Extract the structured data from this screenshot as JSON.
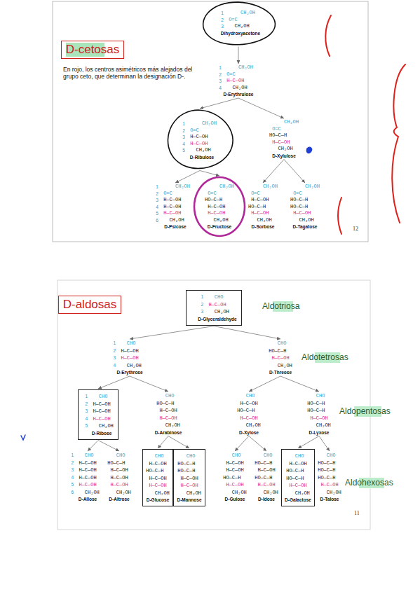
{
  "diagram": {
    "nodes": [
      {
        "text": [
          "D-cetosas"
        ]
      },
      {
        "text": [
          "CH₂OH",
          "O=C",
          "CH₂OH",
          "Dihydroxyacetone"
        ]
      },
      {
        "text": [
          "CH₂OH",
          "O=C",
          "H—C—OH",
          "CH₂OH",
          "D-Erythrulose"
        ]
      },
      {
        "text": [
          "CH₂OH",
          "O=C",
          "H—C—OH",
          "H—C—OH",
          "CH₂OH",
          "D-Ribulose"
        ]
      },
      {
        "text": [
          "CH₂OH",
          "O=C",
          "HO—C—H",
          "H—C—OH",
          "CH₂OH",
          "D-Xylulose"
        ]
      },
      {
        "text": [
          "CH₂OH",
          "O=C",
          "H—C—OH",
          "H—C—OH",
          "H—C—OH",
          "CH₂OH",
          "D-Psicose"
        ]
      },
      {
        "text": [
          "CH₂OH",
          "O=C",
          "HO—C—H",
          "H—C—OH",
          "H—C—OH",
          "CH₂OH",
          "D-Fructose"
        ]
      },
      {
        "text": [
          "CH₂OH",
          "O=C",
          "H—C—OH",
          "HO—C—H",
          "H—C—OH",
          "CH₂OH",
          "D-Sorbose"
        ]
      },
      {
        "text": [
          "CH₂OH",
          "O=C",
          "HO—C—H",
          "HO—C—H",
          "H—C—OH",
          "CH₂OH",
          "D-Tagatose"
        ]
      },
      {
        "text": [
          "D-aldosas"
        ]
      },
      {
        "text": [
          "CHO",
          "H—C—OH",
          "CH₂OH",
          "D-Glyceraldehyde"
        ]
      },
      {
        "text": [
          "CHO",
          "H—C—OH",
          "H—C—OH",
          "CH₂OH",
          "D-Erythrose"
        ]
      },
      {
        "text": [
          "CHO",
          "HO—C—H",
          "H—C—OH",
          "CH₂OH",
          "D-Threose"
        ]
      },
      {
        "text": [
          "CHO",
          "H—C—OH",
          "H—C—OH",
          "H—C—OH",
          "CH₂OH",
          "D-Ribose"
        ]
      },
      {
        "text": [
          "CHO",
          "HO—C—H",
          "H—C—OH",
          "H—C—OH",
          "CH₂OH",
          "D-Arabinose"
        ]
      },
      {
        "text": [
          "CHO",
          "H—C—OH",
          "HO—C—H",
          "H—C—OH",
          "CH₂OH",
          "D-Xylose"
        ]
      },
      {
        "text": [
          "CHO",
          "HO—C—H",
          "HO—C—H",
          "H—C—OH",
          "CH₂OH",
          "D-Lyxose"
        ]
      },
      {
        "text": [
          "CHO",
          "H—C—OH",
          "H—C—OH",
          "H—C—OH",
          "H—C—OH",
          "CH₂OH",
          "D-Allose"
        ]
      },
      {
        "text": [
          "CHO",
          "HO—C—H",
          "H—C—OH",
          "H—C—OH",
          "H—C—OH",
          "CH₂OH",
          "D-Altrose"
        ]
      },
      {
        "text": [
          "CHO",
          "H—C—OH",
          "HO—C—H",
          "H—C—OH",
          "H—C—OH",
          "CH₂OH",
          "D-Glucose"
        ]
      },
      {
        "text": [
          "CHO",
          "HO—C—H",
          "HO—C—H",
          "H—C—OH",
          "H—C—OH",
          "CH₂OH",
          "D-Mannose"
        ]
      },
      {
        "text": [
          "CHO",
          "H—C—OH",
          "H—C—OH",
          "HO—C—H",
          "H—C—OH",
          "CH₂OH",
          "D-Gulose"
        ]
      },
      {
        "text": [
          "CHO",
          "HO—C—H",
          "H—C—OH",
          "HO—C—H",
          "H—C—OH",
          "CH₂OH",
          "D-Idose"
        ]
      },
      {
        "text": [
          "CHO",
          "H—C—OH",
          "HO—C—H",
          "HO—C—H",
          "H—C—OH",
          "CH₂OH",
          "D-Galactose"
        ]
      },
      {
        "text": [
          "CHO",
          "HO—C—H",
          "HO—C—H",
          "HO—C—H",
          "H—C—OH",
          "CH₂OH",
          "D-Talose"
        ]
      }
    ],
    "edges": [
      {
        "from": 1,
        "to": 2,
        "arrow": "to"
      },
      {
        "from": 2,
        "to": 3,
        "arrow": "to"
      },
      {
        "from": 2,
        "to": 4,
        "arrow": "to"
      },
      {
        "from": 3,
        "to": 5,
        "arrow": "to"
      },
      {
        "from": 3,
        "to": 6,
        "arrow": "to"
      },
      {
        "from": 4,
        "to": 7,
        "arrow": "to"
      },
      {
        "from": 4,
        "to": 8,
        "arrow": "to"
      },
      {
        "from": 10,
        "to": 11,
        "arrow": "to"
      },
      {
        "from": 10,
        "to": 12,
        "arrow": "to"
      },
      {
        "from": 11,
        "to": 13,
        "arrow": "to"
      },
      {
        "from": 11,
        "to": 14,
        "arrow": "to"
      },
      {
        "from": 12,
        "to": 15,
        "arrow": "to"
      },
      {
        "from": 12,
        "to": 16,
        "arrow": "to"
      },
      {
        "from": 13,
        "to": 17,
        "arrow": "to"
      },
      {
        "from": 13,
        "to": 18,
        "arrow": "to"
      },
      {
        "from": 14,
        "to": 19,
        "arrow": "to"
      },
      {
        "from": 14,
        "to": 20,
        "arrow": "to"
      },
      {
        "from": 15,
        "to": 21,
        "arrow": "to"
      },
      {
        "from": 15,
        "to": 22,
        "arrow": "to"
      },
      {
        "from": 16,
        "to": 23,
        "arrow": "to"
      },
      {
        "from": 16,
        "to": 24,
        "arrow": "to"
      }
    ],
    "labels": [
      "En rojo, los centros asimétricos más alejados del grupo ceto, que determinan la designación D-.",
      "1",
      "2",
      "3",
      "1",
      "2",
      "3",
      "4",
      "1",
      "2",
      "3",
      "4",
      "5",
      "1",
      "2",
      "3",
      "4",
      "5",
      "6",
      "12",
      "Aldotriosa",
      "Aldotetrosas",
      "Aldopentosas",
      "Aldohexosas",
      "11",
      "1",
      "2",
      "3",
      "1",
      "2",
      "3",
      "4",
      "1",
      "2",
      "3",
      "4",
      "5",
      "1",
      "2",
      "3",
      "4",
      "5",
      "6"
    ]
  }
}
